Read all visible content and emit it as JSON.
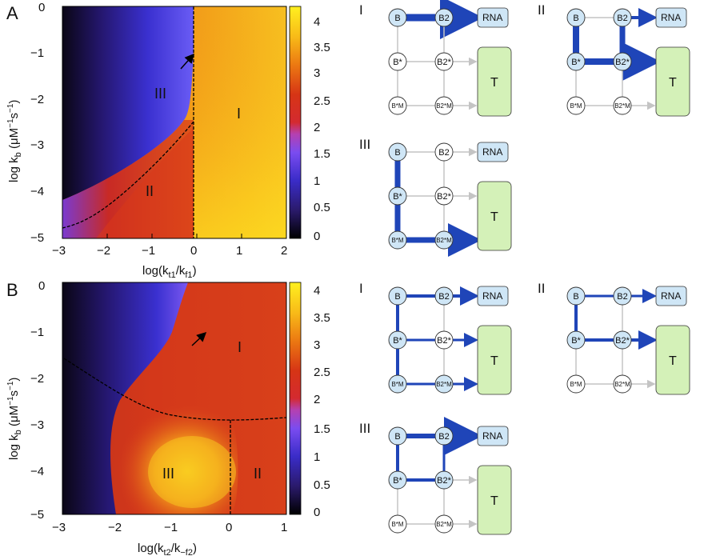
{
  "panels": [
    {
      "letter": "A",
      "heatmap": {
        "xlabel_main": "log(k",
        "xlabel_sub1": "t1",
        "xlabel_mid": "/k",
        "xlabel_sub2": "f1",
        "xlabel_end": ")",
        "ylabel": "log k",
        "ylabel_sub": "b",
        "ylabel_units": "(μM",
        "ylabel_exp1": "−1",
        "ylabel_s": "s",
        "ylabel_exp2": "−1",
        "ylabel_close": ")",
        "x_ticks": [
          "−3",
          "−2",
          "−1",
          "0",
          "1",
          "2"
        ],
        "y_ticks": [
          "0",
          "−1",
          "−2",
          "−3",
          "−4",
          "−5"
        ],
        "region_labels": [
          "III",
          "I",
          "II"
        ],
        "colorbar_ticks": [
          "4",
          "3.5",
          "3",
          "2.5",
          "2",
          "1.5",
          "1",
          "0.5",
          "0"
        ]
      },
      "schemes": [
        {
          "roman": "I",
          "nodes": [
            "B",
            "B2",
            "B*",
            "B2*",
            "B*M",
            "B2*M"
          ],
          "rna": "RNA",
          "t": "T"
        },
        {
          "roman": "II",
          "nodes": [
            "B",
            "B2",
            "B*",
            "B2*",
            "B*M",
            "B2*M"
          ],
          "rna": "RNA",
          "t": "T"
        },
        {
          "roman": "III",
          "nodes": [
            "B",
            "B2",
            "B*",
            "B2*",
            "B*M",
            "B2*M"
          ],
          "rna": "RNA",
          "t": "T"
        }
      ]
    },
    {
      "letter": "B",
      "heatmap": {
        "xlabel_main": "log(k",
        "xlabel_sub1": "t2",
        "xlabel_mid": "/k",
        "xlabel_sub2": "−f2",
        "xlabel_end": ")",
        "ylabel": "log k",
        "ylabel_sub": "b",
        "ylabel_units": "(μM",
        "ylabel_exp1": "−1",
        "ylabel_s": "s",
        "ylabel_exp2": "−1",
        "ylabel_close": ")",
        "x_ticks": [
          "−3",
          "−2",
          "−1",
          "0",
          "1"
        ],
        "y_ticks": [
          "0",
          "−1",
          "−2",
          "−3",
          "−4",
          "−5"
        ],
        "region_labels": [
          "I",
          "III",
          "II"
        ],
        "colorbar_ticks": [
          "4",
          "3.5",
          "3",
          "2.5",
          "2",
          "1.5",
          "1",
          "0.5",
          "0"
        ]
      },
      "schemes": [
        {
          "roman": "I",
          "nodes": [
            "B",
            "B2",
            "B*",
            "B2*",
            "B*M",
            "B2*M"
          ],
          "rna": "RNA",
          "t": "T"
        },
        {
          "roman": "II",
          "nodes": [
            "B",
            "B2",
            "B*",
            "B2*",
            "B*M",
            "B2*M"
          ],
          "rna": "RNA",
          "t": "T"
        },
        {
          "roman": "III",
          "nodes": [
            "B",
            "B2",
            "B*",
            "B2*",
            "B*M",
            "B2*M"
          ],
          "rna": "RNA",
          "t": "T"
        }
      ]
    }
  ],
  "colors": {
    "arrow_blue": "#1f45b8",
    "gray_line": "#c4c4c4",
    "node_fill": "#cfe6f6",
    "node_empty": "#ffffff",
    "rna_fill": "#cfe6f6",
    "t_fill": "#d4f1b8"
  }
}
